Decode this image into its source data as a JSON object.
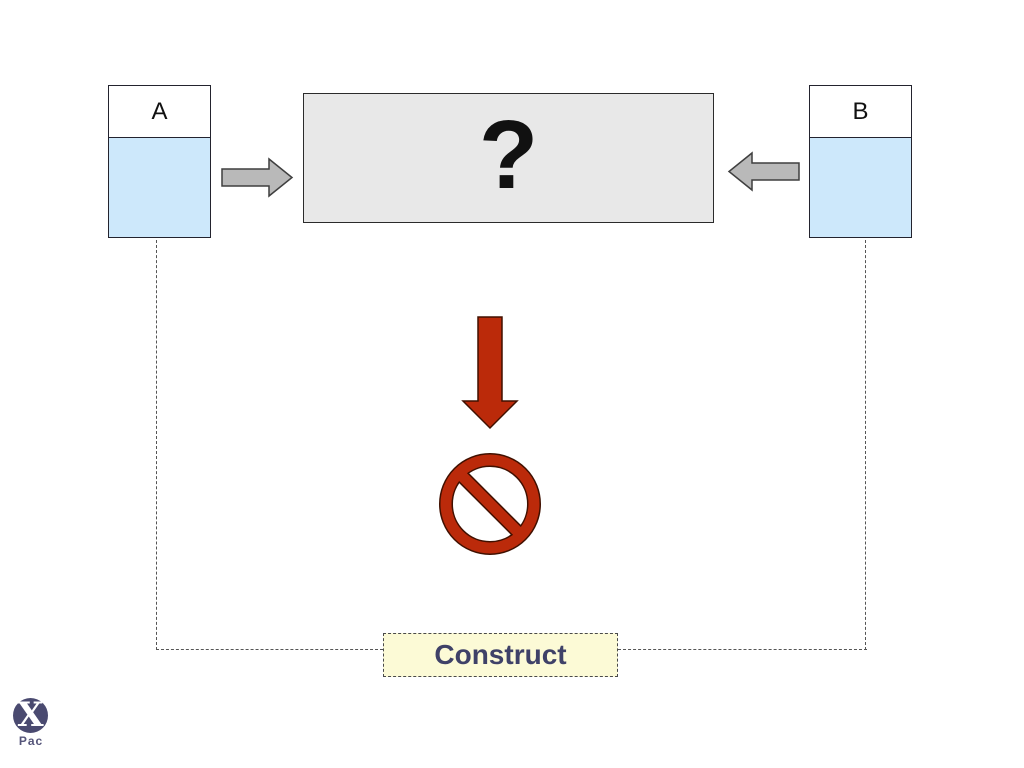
{
  "slide": {
    "boxes": {
      "a": {
        "label": "A"
      },
      "b": {
        "label": "B"
      },
      "question": {
        "symbol": "?"
      },
      "construct": {
        "label": "Construct"
      }
    },
    "logo": {
      "symbol": "X",
      "caption": "Pac"
    },
    "icons": [
      {
        "name": "arrow-right-icon",
        "meaning": "gray block arrow from box A into question box"
      },
      {
        "name": "arrow-left-icon",
        "meaning": "gray block arrow from box B into question box"
      },
      {
        "name": "arrow-down-red-icon",
        "meaning": "red arrow pointing down toward prohibition sign"
      },
      {
        "name": "no-entry-icon",
        "meaning": "red prohibition / not-allowed symbol"
      }
    ],
    "colors": {
      "background": "#ffffff",
      "entity_body_blue": "#cde8fb",
      "entity_border": "#23232e",
      "question_box_fill": "#e8e8e8",
      "question_box_border": "#2b2b2b",
      "gray_arrow_fill": "#b9b9b9",
      "gray_arrow_border": "#3f3f3f",
      "red_fill": "#bb2a0a",
      "red_outline": "#401000",
      "construct_fill": "#fcfad6",
      "construct_border": "#4a4a4a",
      "construct_text": "#3f4168",
      "dashed_line": "#555555",
      "logo_circle": "#4a4a70",
      "logo_text": "#55557a"
    }
  }
}
